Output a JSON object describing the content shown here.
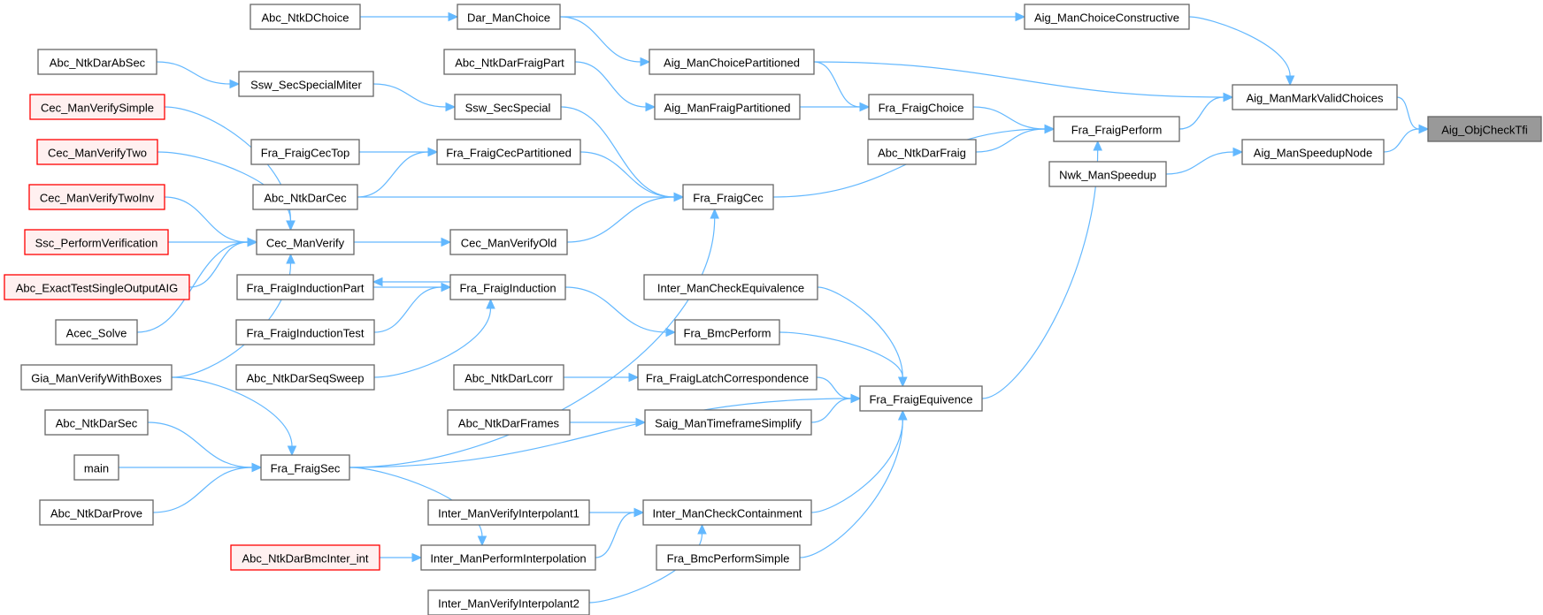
{
  "graph": {
    "title": "Aig_ObjCheckTfi caller graph",
    "colors": {
      "edge": "#63b8ff",
      "node_border": "#666666",
      "red_border": "#ff0000",
      "red_fill": "#fff0f0",
      "focus_fill": "#999999"
    },
    "nodes": [
      {
        "id": "n0",
        "label": "Aig_ObjCheckTfi",
        "style": "grey"
      },
      {
        "id": "n1",
        "label": "Aig_ManMarkValidChoices",
        "style": "normal"
      },
      {
        "id": "n2",
        "label": "Aig_ManSpeedupNode",
        "style": "normal"
      },
      {
        "id": "n3",
        "label": "Aig_ManChoiceConstructive",
        "style": "normal"
      },
      {
        "id": "n4",
        "label": "Aig_ManChoicePartitioned",
        "style": "normal"
      },
      {
        "id": "n5",
        "label": "Fra_FraigPerform",
        "style": "normal"
      },
      {
        "id": "n6",
        "label": "Nwk_ManSpeedup",
        "style": "normal"
      },
      {
        "id": "n7",
        "label": "Dar_ManChoice",
        "style": "normal"
      },
      {
        "id": "n8",
        "label": "Abc_NtkDChoice",
        "style": "normal"
      },
      {
        "id": "n9",
        "label": "Fra_FraigChoice",
        "style": "normal"
      },
      {
        "id": "n10",
        "label": "Abc_NtkDarFraig",
        "style": "normal"
      },
      {
        "id": "n11",
        "label": "Fra_FraigCec",
        "style": "normal"
      },
      {
        "id": "n12",
        "label": "Fra_FraigEquivence",
        "style": "normal"
      },
      {
        "id": "n13",
        "label": "Aig_ManFraigPartitioned",
        "style": "normal"
      },
      {
        "id": "n14",
        "label": "Abc_NtkDarFraigPart",
        "style": "normal"
      },
      {
        "id": "n15",
        "label": "Ssw_SecSpecial",
        "style": "normal"
      },
      {
        "id": "n16",
        "label": "Ssw_SecSpecialMiter",
        "style": "normal"
      },
      {
        "id": "n17",
        "label": "Abc_NtkDarAbSec",
        "style": "normal"
      },
      {
        "id": "n18",
        "label": "Fra_FraigCecPartitioned",
        "style": "normal"
      },
      {
        "id": "n19",
        "label": "Fra_FraigCecTop",
        "style": "normal"
      },
      {
        "id": "n20",
        "label": "Abc_NtkDarCec",
        "style": "normal"
      },
      {
        "id": "n21",
        "label": "Cec_ManVerifyOld",
        "style": "normal"
      },
      {
        "id": "n22",
        "label": "Cec_ManVerify",
        "style": "normal"
      },
      {
        "id": "n23",
        "label": "Cec_ManVerifySimple",
        "style": "red"
      },
      {
        "id": "n24",
        "label": "Cec_ManVerifyTwo",
        "style": "red"
      },
      {
        "id": "n25",
        "label": "Cec_ManVerifyTwoInv",
        "style": "red"
      },
      {
        "id": "n26",
        "label": "Ssc_PerformVerification",
        "style": "red"
      },
      {
        "id": "n27",
        "label": "Abc_ExactTestSingleOutputAIG",
        "style": "red"
      },
      {
        "id": "n28",
        "label": "Acec_Solve",
        "style": "normal"
      },
      {
        "id": "n29",
        "label": "Gia_ManVerifyWithBoxes",
        "style": "normal"
      },
      {
        "id": "n30",
        "label": "Fra_FraigSec",
        "style": "normal"
      },
      {
        "id": "n31",
        "label": "Abc_NtkDarSec",
        "style": "normal"
      },
      {
        "id": "n32",
        "label": "main",
        "style": "normal"
      },
      {
        "id": "n33",
        "label": "Abc_NtkDarProve",
        "style": "normal"
      },
      {
        "id": "n34",
        "label": "Fra_FraigInduction",
        "style": "normal"
      },
      {
        "id": "n35",
        "label": "Fra_FraigInductionPart",
        "style": "normal"
      },
      {
        "id": "n36",
        "label": "Fra_FraigInductionTest",
        "style": "normal"
      },
      {
        "id": "n37",
        "label": "Abc_NtkDarSeqSweep",
        "style": "normal"
      },
      {
        "id": "n38",
        "label": "Fra_BmcPerform",
        "style": "normal"
      },
      {
        "id": "n39",
        "label": "Inter_ManCheckEquivalence",
        "style": "normal"
      },
      {
        "id": "n40",
        "label": "Fra_FraigLatchCorrespondence",
        "style": "normal"
      },
      {
        "id": "n41",
        "label": "Abc_NtkDarLcorr",
        "style": "normal"
      },
      {
        "id": "n42",
        "label": "Saig_ManTimeframeSimplify",
        "style": "normal"
      },
      {
        "id": "n43",
        "label": "Abc_NtkDarFrames",
        "style": "normal"
      },
      {
        "id": "n44",
        "label": "Inter_ManCheckContainment",
        "style": "normal"
      },
      {
        "id": "n45",
        "label": "Inter_ManVerifyInterpolant1",
        "style": "normal"
      },
      {
        "id": "n46",
        "label": "Inter_ManPerformInterpolation",
        "style": "normal"
      },
      {
        "id": "n47",
        "label": "Inter_ManVerifyInterpolant2",
        "style": "normal"
      },
      {
        "id": "n48",
        "label": "Abc_NtkDarBmcInter_int",
        "style": "red"
      },
      {
        "id": "n49",
        "label": "Fra_BmcPerformSimple",
        "style": "normal"
      }
    ],
    "edges": [
      {
        "from": "n1",
        "to": "n0"
      },
      {
        "from": "n2",
        "to": "n0"
      },
      {
        "from": "n3",
        "to": "n1"
      },
      {
        "from": "n4",
        "to": "n1"
      },
      {
        "from": "n5",
        "to": "n1"
      },
      {
        "from": "n6",
        "to": "n2"
      },
      {
        "from": "n7",
        "to": "n3"
      },
      {
        "from": "n7",
        "to": "n4"
      },
      {
        "from": "n8",
        "to": "n7"
      },
      {
        "from": "n4",
        "to": "n9"
      },
      {
        "from": "n13",
        "to": "n9"
      },
      {
        "from": "n14",
        "to": "n13"
      },
      {
        "from": "n9",
        "to": "n5"
      },
      {
        "from": "n10",
        "to": "n5"
      },
      {
        "from": "n11",
        "to": "n5"
      },
      {
        "from": "n12",
        "to": "n5"
      },
      {
        "from": "n15",
        "to": "n11"
      },
      {
        "from": "n16",
        "to": "n15"
      },
      {
        "from": "n17",
        "to": "n16"
      },
      {
        "from": "n18",
        "to": "n11"
      },
      {
        "from": "n19",
        "to": "n18"
      },
      {
        "from": "n20",
        "to": "n18"
      },
      {
        "from": "n20",
        "to": "n11"
      },
      {
        "from": "n21",
        "to": "n11"
      },
      {
        "from": "n22",
        "to": "n21"
      },
      {
        "from": "n30",
        "to": "n11"
      },
      {
        "from": "n23",
        "to": "n22"
      },
      {
        "from": "n24",
        "to": "n22"
      },
      {
        "from": "n25",
        "to": "n22"
      },
      {
        "from": "n26",
        "to": "n22"
      },
      {
        "from": "n27",
        "to": "n22"
      },
      {
        "from": "n28",
        "to": "n22"
      },
      {
        "from": "n29",
        "to": "n22"
      },
      {
        "from": "n29",
        "to": "n30"
      },
      {
        "from": "n31",
        "to": "n30"
      },
      {
        "from": "n32",
        "to": "n30"
      },
      {
        "from": "n33",
        "to": "n30"
      },
      {
        "from": "n34",
        "to": "n35"
      },
      {
        "from": "n35",
        "to": "n34"
      },
      {
        "from": "n36",
        "to": "n34"
      },
      {
        "from": "n37",
        "to": "n34"
      },
      {
        "from": "n34",
        "to": "n38"
      },
      {
        "from": "n38",
        "to": "n12"
      },
      {
        "from": "n39",
        "to": "n12"
      },
      {
        "from": "n40",
        "to": "n12"
      },
      {
        "from": "n42",
        "to": "n12"
      },
      {
        "from": "n30",
        "to": "n12"
      },
      {
        "from": "n44",
        "to": "n12"
      },
      {
        "from": "n49",
        "to": "n12"
      },
      {
        "from": "n41",
        "to": "n40"
      },
      {
        "from": "n43",
        "to": "n42"
      },
      {
        "from": "n45",
        "to": "n44"
      },
      {
        "from": "n46",
        "to": "n44"
      },
      {
        "from": "n47",
        "to": "n44"
      },
      {
        "from": "n30",
        "to": "n46"
      },
      {
        "from": "n48",
        "to": "n46"
      }
    ]
  }
}
